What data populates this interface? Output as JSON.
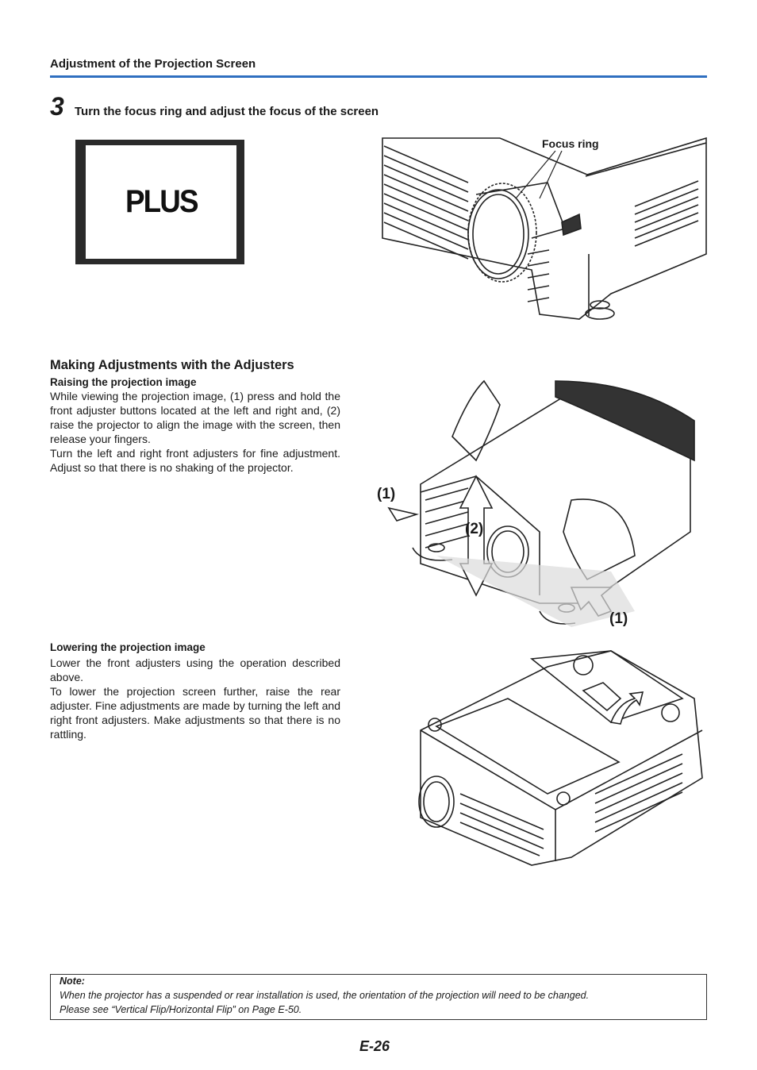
{
  "header": {
    "section_title": "Adjustment of the Projection Screen"
  },
  "step": {
    "number": "3",
    "text": "Turn the focus ring and adjust the focus of the screen"
  },
  "screen_preview": {
    "logo_text": "PLUS"
  },
  "figure_focus": {
    "label": "Focus ring"
  },
  "adjusters": {
    "heading": "Making Adjustments with the Adjusters",
    "raising": {
      "heading": "Raising the projection image",
      "paragraphs": [
        "While viewing the projection image, (1) press and hold the front adjuster buttons located at the left and right and, (2) raise the projector to align the image with the screen, then release your fingers.",
        "Turn the left and right front adjusters for fine adjustment. Adjust so that there is no shaking of the projector."
      ]
    },
    "lowering": {
      "heading": "Lowering the projection image",
      "paragraphs": [
        "Lower the front adjusters using the operation described above.",
        "To lower the projection screen further, raise the rear adjuster. Fine adjustments are made by turning the left and right front adjusters. Make adjustments so that there is no rattling."
      ]
    }
  },
  "figure_raise": {
    "callout_1_left": "(1)",
    "callout_2": "(2)",
    "callout_1_right": "(1)"
  },
  "note": {
    "label": "Note:",
    "lines": [
      "When the projector has a suspended or rear installation is used, the orientation of the projection will need to be changed.",
      "Please see “Vertical Flip/Horizontal Flip” on Page E-50."
    ]
  },
  "footer": {
    "page_number": "E-26"
  }
}
